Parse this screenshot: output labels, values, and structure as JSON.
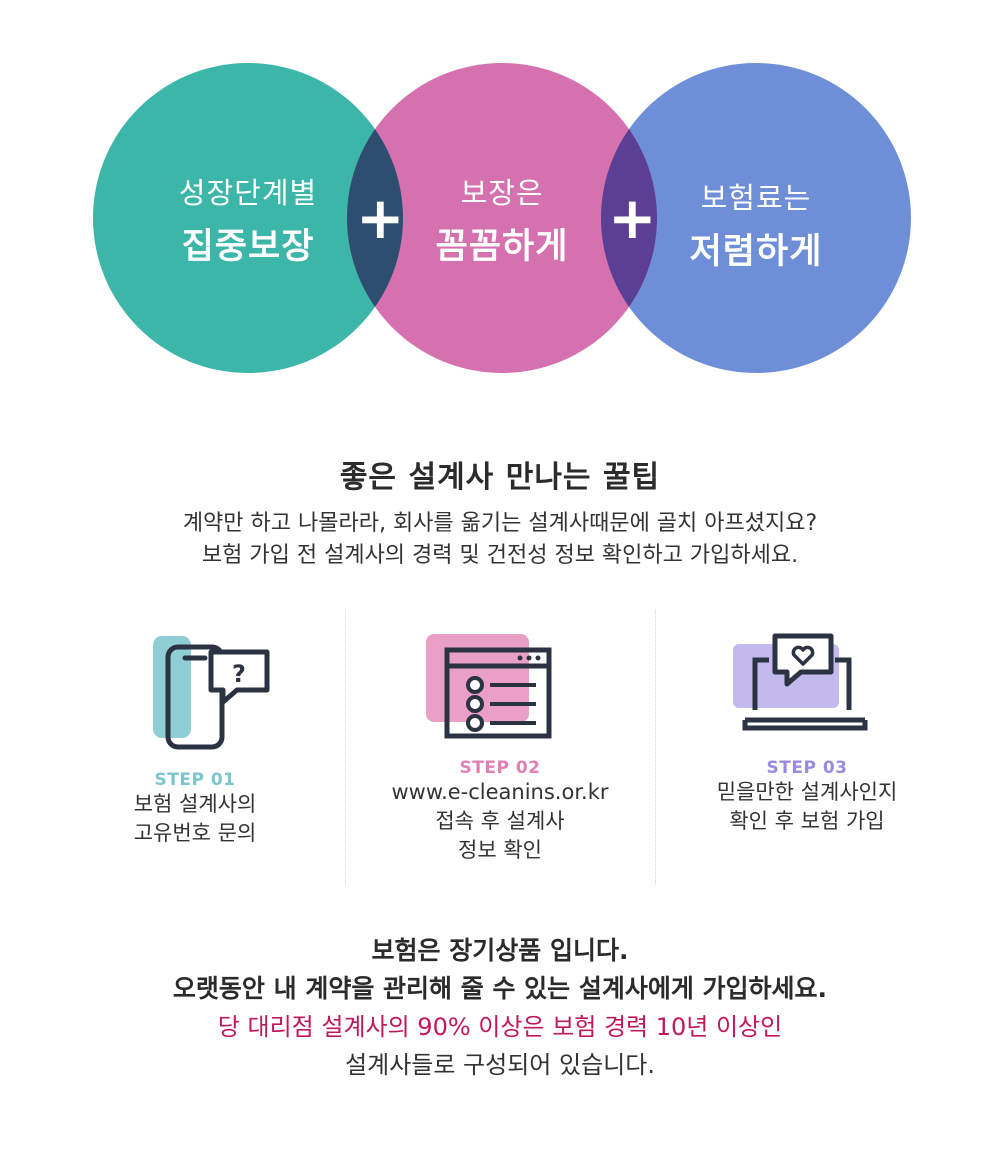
{
  "colors": {
    "teal": "#3bb6a8",
    "pink": "#d571ae",
    "blue": "#6e8fd8",
    "overlap_teal_pink": "#2e4e70",
    "overlap_pink_blue": "#5a3f94",
    "step1": "#7cc5cf",
    "step2": "#e27fb3",
    "step3": "#9b8be0",
    "highlight": "#c2185b"
  },
  "venn": {
    "circles": [
      {
        "line1": "성장단계별",
        "line2": "집중보장",
        "color_key": "teal"
      },
      {
        "line1": "보장은",
        "line2": "꼼꼼하게",
        "color_key": "pink"
      },
      {
        "line1": "보험료는",
        "line2": "저렴하게",
        "color_key": "blue"
      }
    ],
    "plus_symbol": "+"
  },
  "tip": {
    "title": "좋은 설계사 만나는 꿀팁",
    "desc_line1": "계약만 하고 나몰라라, 회사를 옮기는 설계사때문에 골치 아프셨지요?",
    "desc_line2": "보험 가입 전 설계사의 경력 및 건전성 정보 확인하고 가입하세요."
  },
  "steps": [
    {
      "label": "STEP 01",
      "lines": [
        "보험 설계사의",
        "고유번호 문의"
      ],
      "icon": "phone-question-icon"
    },
    {
      "label": "STEP 02",
      "lines": [
        "www.e-cleanins.or.kr",
        "접속 후 설계사",
        "정보 확인"
      ],
      "icon": "browser-list-icon"
    },
    {
      "label": "STEP 03",
      "lines": [
        "믿을만한 설계사인지",
        "확인 후 보험 가입"
      ],
      "icon": "laptop-heart-icon"
    }
  ],
  "bottom": {
    "line1": "보험은 장기상품 입니다.",
    "line2": "오랫동안 내 계약을 관리해 줄 수 있는 설계사에게 가입하세요.",
    "line3": "당 대리점 설계사의 90% 이상은 보험 경력 10년 이상인",
    "line4": "설계사들로 구성되어 있습니다."
  }
}
